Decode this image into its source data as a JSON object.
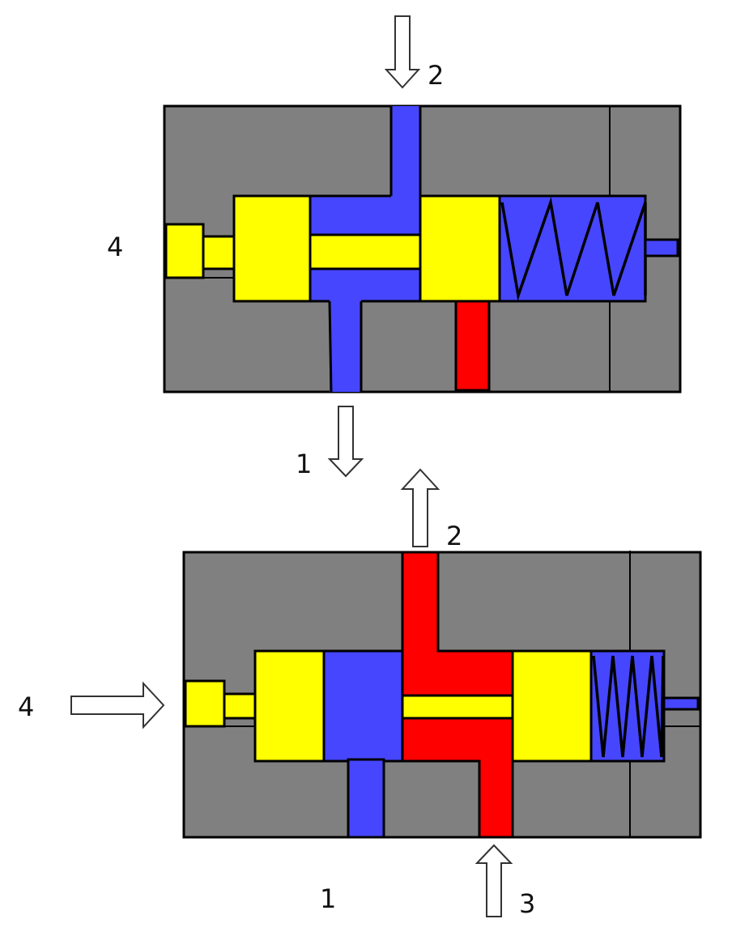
{
  "colors": {
    "body": "#808080",
    "spool": "#ffff00",
    "pressure": "#ff0000",
    "exhaust": "#4646ff",
    "outline": "#000000"
  },
  "top_valve": {
    "port_2_label": "2",
    "port_1_label": "1",
    "port_4_label": "4"
  },
  "bottom_valve": {
    "port_2_label": "2",
    "port_1_label": "1",
    "port_3_label": "3",
    "port_4_label": "4"
  }
}
